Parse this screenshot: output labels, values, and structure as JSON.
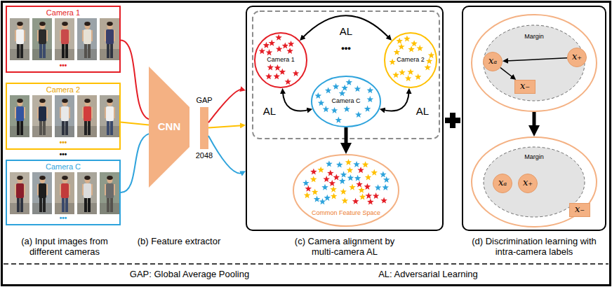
{
  "diagram": {
    "nodes": [
      {
        "text": [
          "Camera 1",
          "•••"
        ]
      },
      {
        "text": [
          "Camera 2",
          "•••"
        ]
      },
      {
        "text": [
          "Camera C",
          "•••"
        ]
      },
      {
        "text": [
          "CNN"
        ]
      },
      {
        "text": [
          "GAP",
          "2048"
        ]
      },
      {
        "text": [
          "(c) Camera alignment by multi-camera AL"
        ]
      },
      {
        "text": [
          "Camera 1"
        ],
        "in": 5
      },
      {
        "text": [
          "Camera 2"
        ],
        "in": 5
      },
      {
        "text": [
          "Camera C"
        ],
        "in": 5
      },
      {
        "text": [
          "Common Feature Space"
        ],
        "in": 5
      },
      {
        "text": [
          "(d) Discrimination learning with intra-camera labels"
        ]
      },
      {
        "text": [
          "Margin"
        ],
        "in": 10
      },
      {
        "text": [
          "xₐ"
        ],
        "in": 11
      },
      {
        "text": [
          "x₊"
        ],
        "in": 11
      },
      {
        "text": [
          "x₋"
        ],
        "in": 11
      },
      {
        "text": [
          "Margin"
        ],
        "in": 10
      },
      {
        "text": [
          "xₐ"
        ],
        "in": 15
      },
      {
        "text": [
          "x₊"
        ],
        "in": 15
      },
      {
        "text": [
          "x₋"
        ],
        "in": 15
      }
    ],
    "edges": [
      {
        "from": 0,
        "to": 3,
        "arrow": "none"
      },
      {
        "from": 1,
        "to": 3,
        "arrow": "none"
      },
      {
        "from": 2,
        "to": 3,
        "arrow": "none"
      },
      {
        "from": 4,
        "to": 5,
        "arrow": "to"
      },
      {
        "from": 4,
        "to": 5,
        "arrow": "to"
      },
      {
        "from": 4,
        "to": 5,
        "arrow": "to"
      },
      {
        "from": 6,
        "to": 7,
        "label": "AL",
        "arrow": "both"
      },
      {
        "from": 6,
        "to": 8,
        "label": "AL",
        "arrow": "both"
      },
      {
        "from": 8,
        "to": 7,
        "label": "AL",
        "arrow": "both"
      },
      {
        "from": 8,
        "to": 9,
        "arrow": "to"
      },
      {
        "from": 13,
        "to": 12,
        "arrow": "to"
      },
      {
        "from": 12,
        "to": 14,
        "arrow": "to"
      },
      {
        "from": 11,
        "to": 15,
        "arrow": "to"
      }
    ],
    "labels": [
      "(a) Input images from different cameras",
      "(b) Feature extractor",
      "•••",
      "•••",
      "GAP: Global Average Pooling",
      "AL: Adversarial Learning"
    ]
  }
}
